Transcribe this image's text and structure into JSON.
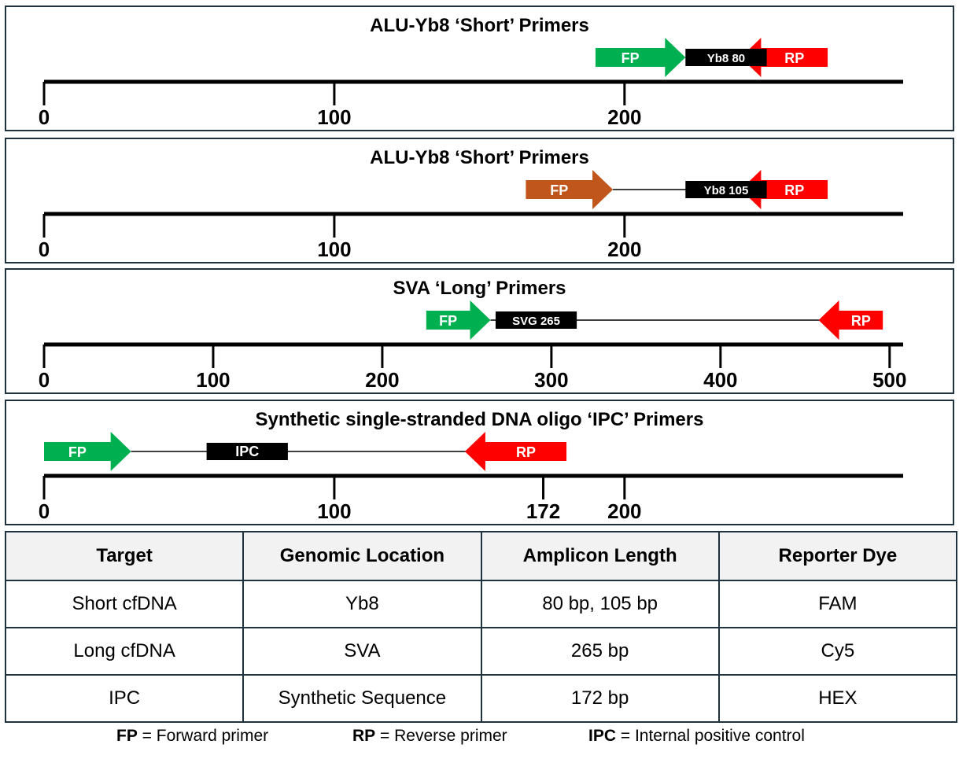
{
  "panels": [
    {
      "title": "ALU-Yb8 ‘Short’ Primers",
      "ticks": [
        {
          "value": 0,
          "label": "0"
        },
        {
          "value": 100,
          "label": "100"
        },
        {
          "value": 200,
          "label": "200"
        }
      ],
      "axis_max": 296,
      "fp": {
        "label": "FP",
        "start": 190,
        "end": 221,
        "color": "#00b050"
      },
      "rp": {
        "label": "RP",
        "start": 240,
        "end": 270,
        "color": "#ff0000"
      },
      "probe": {
        "label": "Yb8 80",
        "start": 221,
        "end": 249
      },
      "line": {
        "start": 221,
        "end": 257
      }
    },
    {
      "title": "ALU-Yb8 ‘Short’ Primers",
      "ticks": [
        {
          "value": 0,
          "label": "0"
        },
        {
          "value": 100,
          "label": "100"
        },
        {
          "value": 200,
          "label": "200"
        }
      ],
      "axis_max": 296,
      "fp": {
        "label": "FP",
        "start": 166,
        "end": 196,
        "color": "#c0561b"
      },
      "rp": {
        "label": "RP",
        "start": 240,
        "end": 270,
        "color": "#ff0000"
      },
      "probe": {
        "label": "Yb8 105",
        "start": 221,
        "end": 249
      },
      "line": {
        "start": 196,
        "end": 257
      }
    },
    {
      "title": "SVA ‘Long’ Primers",
      "ticks": [
        {
          "value": 0,
          "label": "0"
        },
        {
          "value": 100,
          "label": "100"
        },
        {
          "value": 200,
          "label": "200"
        },
        {
          "value": 300,
          "label": "300"
        },
        {
          "value": 400,
          "label": "400"
        },
        {
          "value": 500,
          "label": "500"
        }
      ],
      "axis_max": 508,
      "fp": {
        "label": "FP",
        "start": 226,
        "end": 264,
        "color": "#00b050"
      },
      "rp": {
        "label": "RP",
        "start": 458,
        "end": 496,
        "color": "#ff0000"
      },
      "probe": {
        "label": "SVG 265",
        "start": 267,
        "end": 315
      },
      "line": {
        "start": 264,
        "end": 475
      }
    },
    {
      "title": "Synthetic single-stranded DNA oligo ‘IPC’ Primers",
      "ticks": [
        {
          "value": 0,
          "label": "0"
        },
        {
          "value": 100,
          "label": "100"
        },
        {
          "value": 172,
          "label": "172"
        },
        {
          "value": 200,
          "label": "200"
        }
      ],
      "axis_max": 296,
      "fp": {
        "label": "FP",
        "start": 0,
        "end": 30,
        "color": "#00b050"
      },
      "rp": {
        "label": "RP",
        "start": 145,
        "end": 180,
        "color": "#ff0000"
      },
      "probe": {
        "label": "IPC",
        "start": 56,
        "end": 84
      },
      "line": {
        "start": 30,
        "end": 160
      }
    }
  ],
  "table": {
    "headers": [
      "Target",
      "Genomic Location",
      "Amplicon Length",
      "Reporter Dye"
    ],
    "rows": [
      [
        "Short cfDNA",
        "Yb8",
        "80 bp, 105 bp",
        "FAM"
      ],
      [
        "Long cfDNA",
        "SVA",
        "265 bp",
        "Cy5"
      ],
      [
        "IPC",
        "Synthetic Sequence",
        "172 bp",
        "HEX"
      ]
    ]
  },
  "legend": {
    "fp": {
      "abbr": "FP",
      "text": " = Forward primer"
    },
    "rp": {
      "abbr": "RP",
      "text": " = Reverse primer"
    },
    "ipc": {
      "abbr": "IPC",
      "text": " = Internal positive control"
    }
  }
}
